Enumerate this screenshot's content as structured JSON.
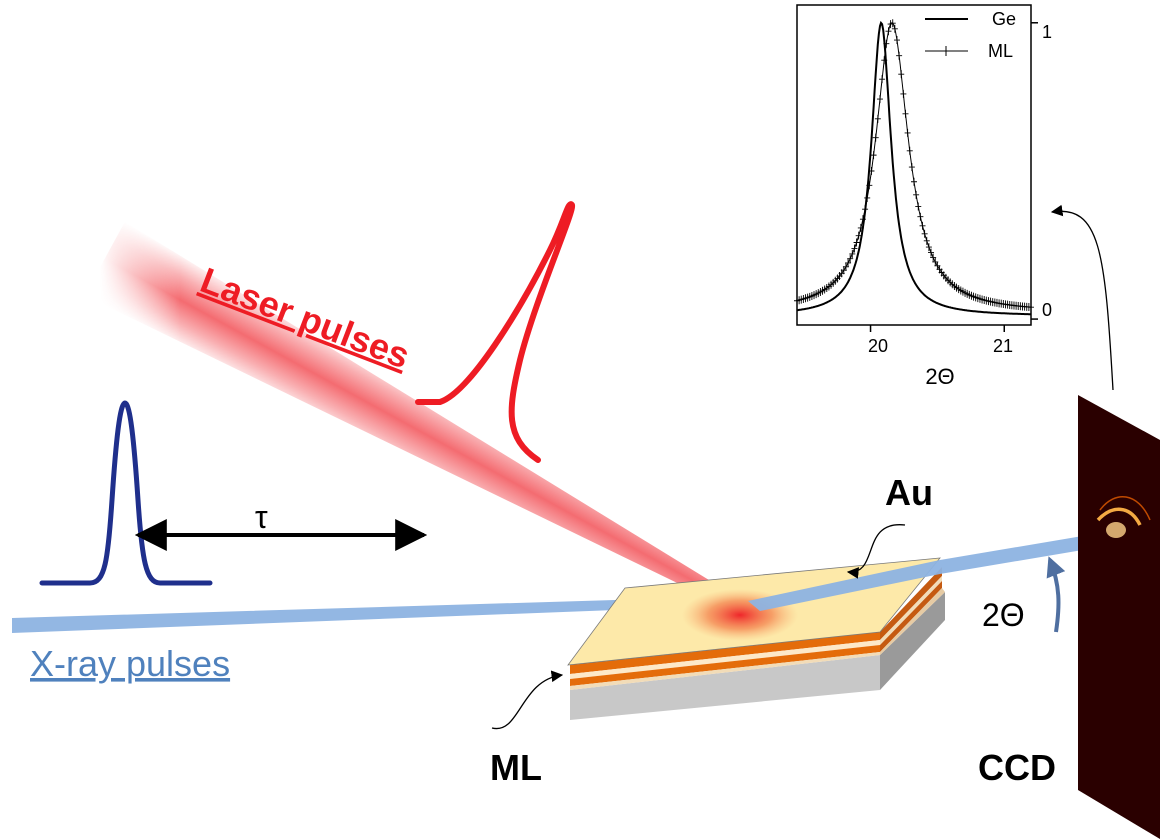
{
  "labels": {
    "laser": "Laser pulses",
    "xray": "X-ray pulses",
    "delay": "τ",
    "gold": "Au",
    "multilayer": "ML",
    "detector": "CCD",
    "angle": "2Θ"
  },
  "colors": {
    "laser": "#ee1c24",
    "xray_beam": "#8db3e2",
    "xray_pulse": "#1f2f8c",
    "xray_text": "#4f81bd",
    "gold_top": "#fde9a9",
    "orange_layer": "#e46c0a",
    "substrate": "#bfbfbf",
    "ccd": "#2a0000",
    "angle_arrow": "#4f6fa0"
  },
  "chart_data": {
    "type": "line",
    "title": "",
    "xlabel": "2Θ",
    "ylabel": "",
    "xlim": [
      19.45,
      21.2
    ],
    "ylim": [
      -0.02,
      1.06
    ],
    "xticks": [
      "20",
      "21"
    ],
    "yticks": [
      "0",
      "1"
    ],
    "legend_position": "top-right",
    "series": [
      {
        "name": "Ge",
        "style": "solid",
        "center": 20.08,
        "fwhm": 0.18,
        "peak": 1.0,
        "baseline": 0.01
      },
      {
        "name": "ML",
        "style": "plus-markers",
        "center": 20.16,
        "fwhm": 0.3,
        "peak": 1.0,
        "baseline": 0.02
      }
    ]
  }
}
